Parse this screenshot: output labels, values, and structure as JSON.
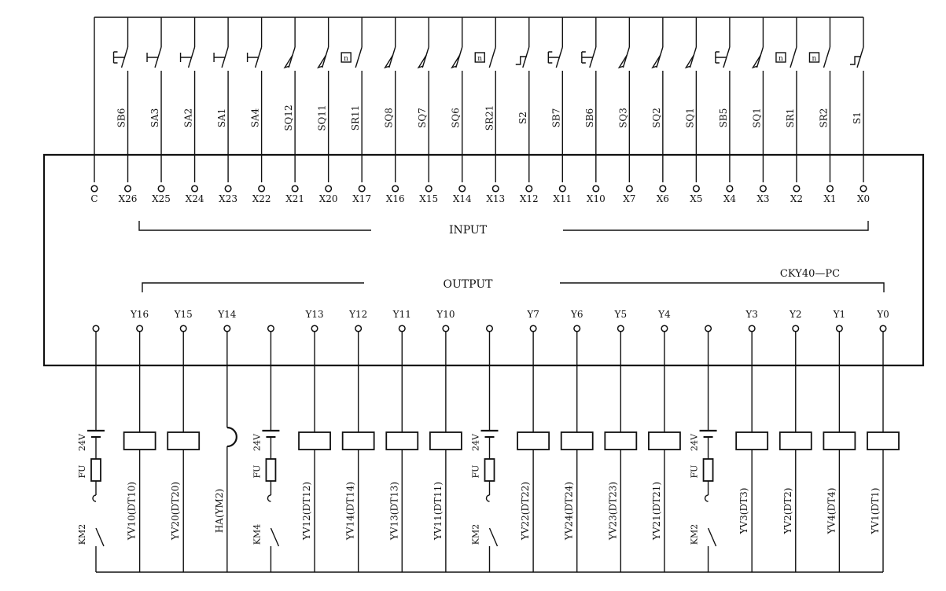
{
  "labels": {
    "input": "INPUT",
    "output": "OUTPUT",
    "model": "CKY40—PC"
  },
  "input_terminals": [
    {
      "term": "C",
      "dev": "",
      "kind": "common"
    },
    {
      "term": "X26",
      "dev": "SB6",
      "kind": "push"
    },
    {
      "term": "X25",
      "dev": "SA3",
      "kind": "selector"
    },
    {
      "term": "X24",
      "dev": "SA2",
      "kind": "selector"
    },
    {
      "term": "X23",
      "dev": "SA1",
      "kind": "selector"
    },
    {
      "term": "X22",
      "dev": "SA4",
      "kind": "selector"
    },
    {
      "term": "X21",
      "dev": "SQ12",
      "kind": "limit"
    },
    {
      "term": "X20",
      "dev": "SQ11",
      "kind": "limit"
    },
    {
      "term": "X17",
      "dev": "SR11",
      "kind": "relay"
    },
    {
      "term": "X16",
      "dev": "SQ8",
      "kind": "limit"
    },
    {
      "term": "X15",
      "dev": "SQ7",
      "kind": "limit"
    },
    {
      "term": "X14",
      "dev": "SQ6",
      "kind": "limit"
    },
    {
      "term": "X13",
      "dev": "SR21",
      "kind": "relay"
    },
    {
      "term": "X12",
      "dev": "S2",
      "kind": "foot"
    },
    {
      "term": "X11",
      "dev": "SB7",
      "kind": "push"
    },
    {
      "term": "X10",
      "dev": "SB6",
      "kind": "push"
    },
    {
      "term": "X7",
      "dev": "SQ3",
      "kind": "limit"
    },
    {
      "term": "X6",
      "dev": "SQ2",
      "kind": "limit"
    },
    {
      "term": "X5",
      "dev": "SQ1",
      "kind": "limit"
    },
    {
      "term": "X4",
      "dev": "SB5",
      "kind": "push"
    },
    {
      "term": "X3",
      "dev": "SQ1",
      "kind": "limit"
    },
    {
      "term": "X2",
      "dev": "SR1",
      "kind": "relay"
    },
    {
      "term": "X1",
      "dev": "SR2",
      "kind": "relay"
    },
    {
      "term": "X0",
      "dev": "S1",
      "kind": "foot"
    }
  ],
  "output_terminals": [
    {
      "term": "",
      "load": "KM2",
      "kind": "supply",
      "volt": "24V",
      "fuse": "FU"
    },
    {
      "term": "Y16",
      "load": "YV10(DT10)",
      "kind": "coil"
    },
    {
      "term": "Y15",
      "load": "YV20(DT20)",
      "kind": "coil"
    },
    {
      "term": "Y14",
      "load": "HA(YM2)",
      "kind": "horn"
    },
    {
      "term": "",
      "load": "KM4",
      "kind": "supply",
      "volt": "24V",
      "fuse": "FU"
    },
    {
      "term": "Y13",
      "load": "YV12(DT12)",
      "kind": "coil"
    },
    {
      "term": "Y12",
      "load": "YV14(DT14)",
      "kind": "coil"
    },
    {
      "term": "Y11",
      "load": "YV13(DT13)",
      "kind": "coil"
    },
    {
      "term": "Y10",
      "load": "YV11(DT11)",
      "kind": "coil"
    },
    {
      "term": "",
      "load": "KM2",
      "kind": "supply",
      "volt": "24V",
      "fuse": "FU"
    },
    {
      "term": "Y7",
      "load": "YV22(DT22)",
      "kind": "coil"
    },
    {
      "term": "Y6",
      "load": "YV24(DT24)",
      "kind": "coil"
    },
    {
      "term": "Y5",
      "load": "YV23(DT23)",
      "kind": "coil"
    },
    {
      "term": "Y4",
      "load": "YV21(DT21)",
      "kind": "coil"
    },
    {
      "term": "",
      "load": "KM2",
      "kind": "supply",
      "volt": "24V",
      "fuse": "FU"
    },
    {
      "term": "Y3",
      "load": "YV3(DT3)",
      "kind": "coil"
    },
    {
      "term": "Y2",
      "load": "YV2(DT2)",
      "kind": "coil"
    },
    {
      "term": "Y1",
      "load": "YV4(DT4)",
      "kind": "coil"
    },
    {
      "term": "Y0",
      "load": "YV1(DT1)",
      "kind": "coil"
    }
  ]
}
